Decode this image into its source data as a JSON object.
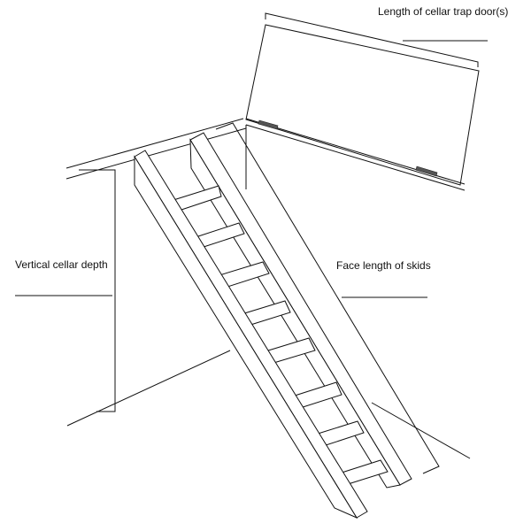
{
  "labels": {
    "trap_door_length": "Length of cellar trap door(s)",
    "vertical_depth": "Vertical cellar depth",
    "skid_length": "Face length of skids"
  },
  "colors": {
    "line": "#111111",
    "hinge": "#555555",
    "background": "#ffffff"
  }
}
